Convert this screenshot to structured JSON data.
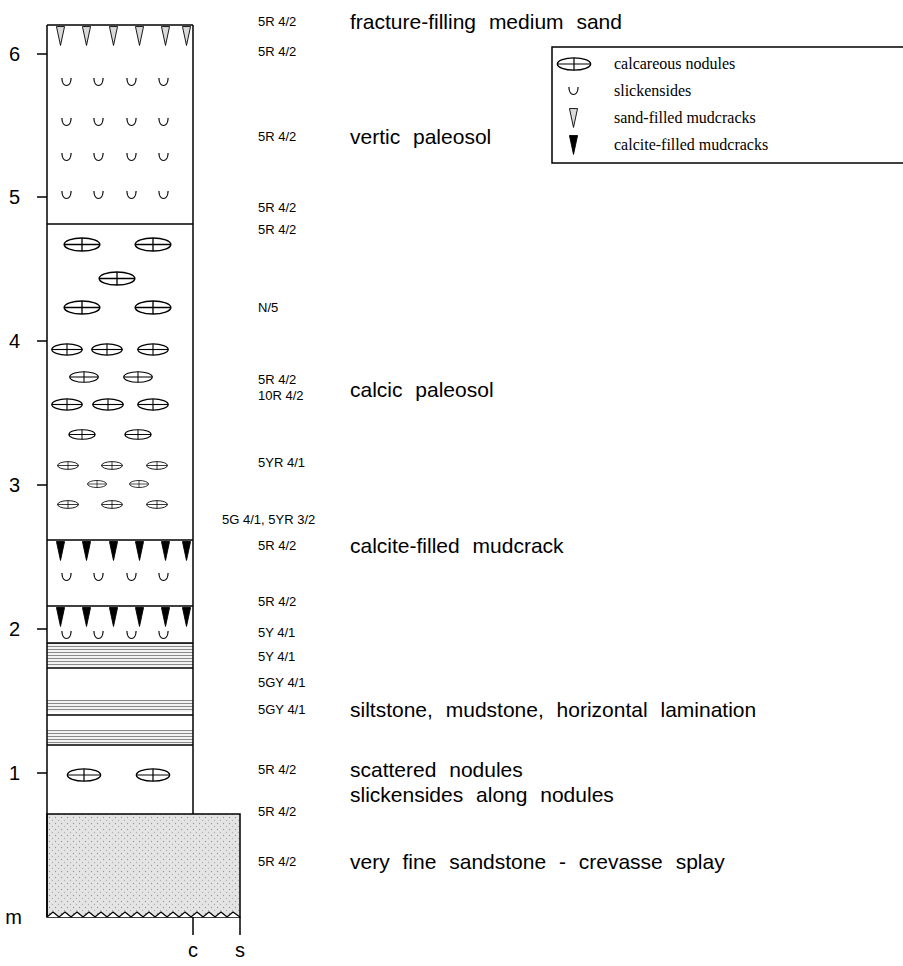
{
  "diagram": {
    "labels": [
      "6",
      "5",
      "4",
      "3",
      "2",
      "1",
      "m",
      "5R 4/2",
      "fracture-filling medium sand",
      "5R 4/2",
      "5R 4/2",
      "vertic paleosol",
      "5R 4/2",
      "5R 4/2",
      "N/5",
      "5R 4/2",
      "calcic paleosol",
      "10R 4/2",
      "5YR 4/1",
      "5G 4/1, 5YR 3/2",
      "5R 4/2",
      "calcite-filled mudcrack",
      "5R 4/2",
      "5Y 4/1",
      "5Y 4/1",
      "5GY 4/1",
      "5GY 4/1",
      "siltstone, mudstone, horizontal lamination",
      "5R 4/2",
      "scattered nodules",
      "slickensides along nodules",
      "5R 4/2",
      "5R 4/2",
      "very fine sandstone - crevasse splay",
      "c",
      "s"
    ],
    "legend": [
      {
        "text": "calcareous nodules"
      },
      {
        "text": "slickensides"
      },
      {
        "text": "sand-filled mudcracks"
      },
      {
        "text": "calcite-filled mudcracks"
      }
    ]
  }
}
